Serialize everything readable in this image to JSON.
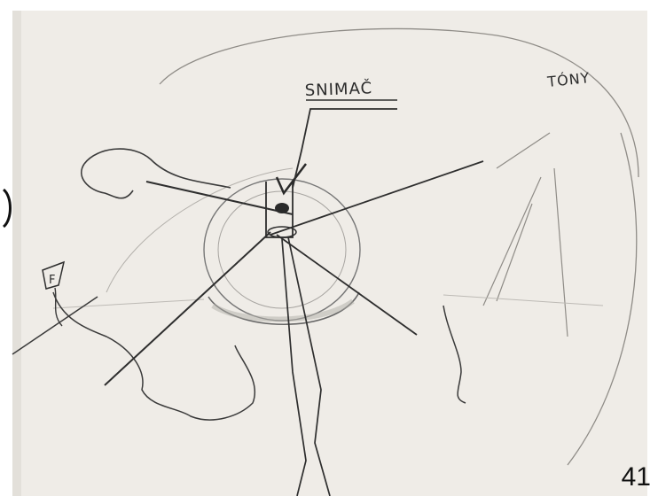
{
  "diagram": {
    "label_sensor": "SNIMAČ",
    "label_tones": "TÓNY",
    "label_small_mark": "F"
  },
  "page": {
    "number": "41"
  },
  "colors": {
    "paper": "#efece7",
    "pencil": "#3a3a3a",
    "pencil_light": "#9b9893"
  }
}
